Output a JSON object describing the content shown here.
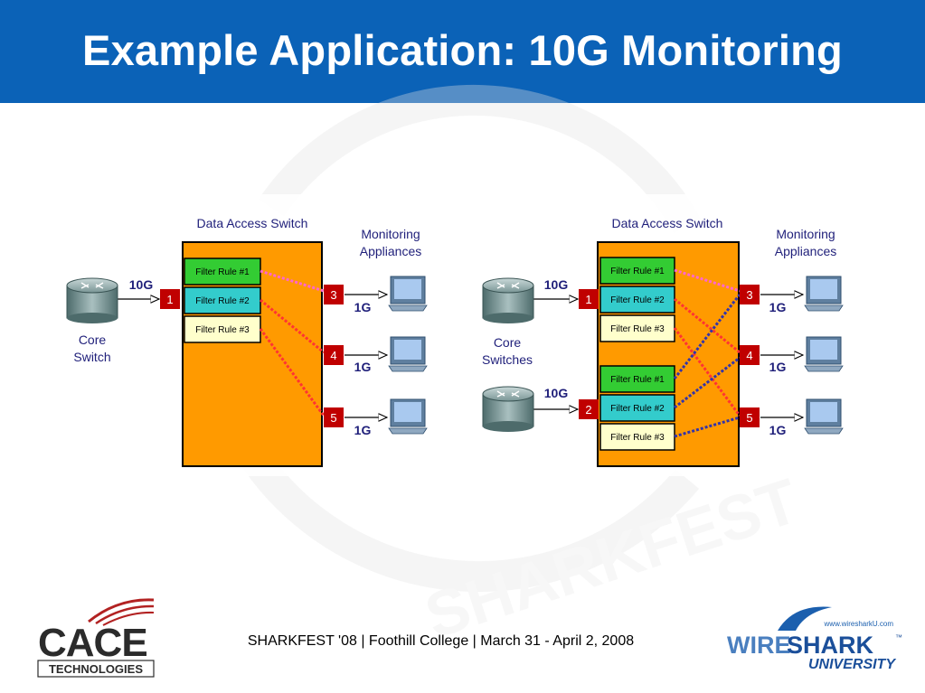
{
  "slide": {
    "title": "Example Application: 10G Monitoring",
    "footer": "SHARKFEST '08  |  Foothill College  |  March 31 - April 2, 2008"
  },
  "colors": {
    "header_bg": "#0b62b7",
    "switch_fill": "#ff9a00",
    "port_red": "#c00000",
    "rule_green": "#33cc33",
    "rule_teal": "#33cccc",
    "rule_yellow": "#ffffcc",
    "label_navy": "#1f1f7a",
    "red_link": "#ff3333",
    "pink_link": "#ff66cc",
    "blue_link": "#3333aa"
  },
  "left_diagram": {
    "switch_label": "Data Access Switch",
    "appliances_label": "Monitoring Appliances",
    "core_label": "Core Switch",
    "input_speed": "10G",
    "input_port": "1",
    "filter_rules": [
      "Filter Rule #1",
      "Filter Rule #2",
      "Filter Rule #3"
    ],
    "output_ports": [
      "3",
      "4",
      "5"
    ],
    "output_speeds": [
      "1G",
      "1G",
      "1G"
    ]
  },
  "right_diagram": {
    "switch_label": "Data Access Switch",
    "appliances_label": "Monitoring Appliances",
    "core_label": "Core Switches",
    "input_speeds": [
      "10G",
      "10G"
    ],
    "input_ports": [
      "1",
      "2"
    ],
    "filter_rules_a": [
      "Filter Rule #1",
      "Filter Rule #2",
      "Filter Rule #3"
    ],
    "filter_rules_b": [
      "Filter Rule #1",
      "Filter Rule #2",
      "Filter Rule #3"
    ],
    "output_ports": [
      "3",
      "4",
      "5"
    ],
    "output_speeds": [
      "1G",
      "1G",
      "1G"
    ]
  },
  "logos": {
    "cace_main": "CACE",
    "cace_sub": "TECHNOLOGIES",
    "ws_url": "www.wiresharkU.com",
    "ws_wire": "WIRE",
    "ws_shark": "SHARK",
    "ws_tm": "™",
    "ws_univ": "UNIVERSITY",
    "watermark": "SHARKFEST"
  }
}
